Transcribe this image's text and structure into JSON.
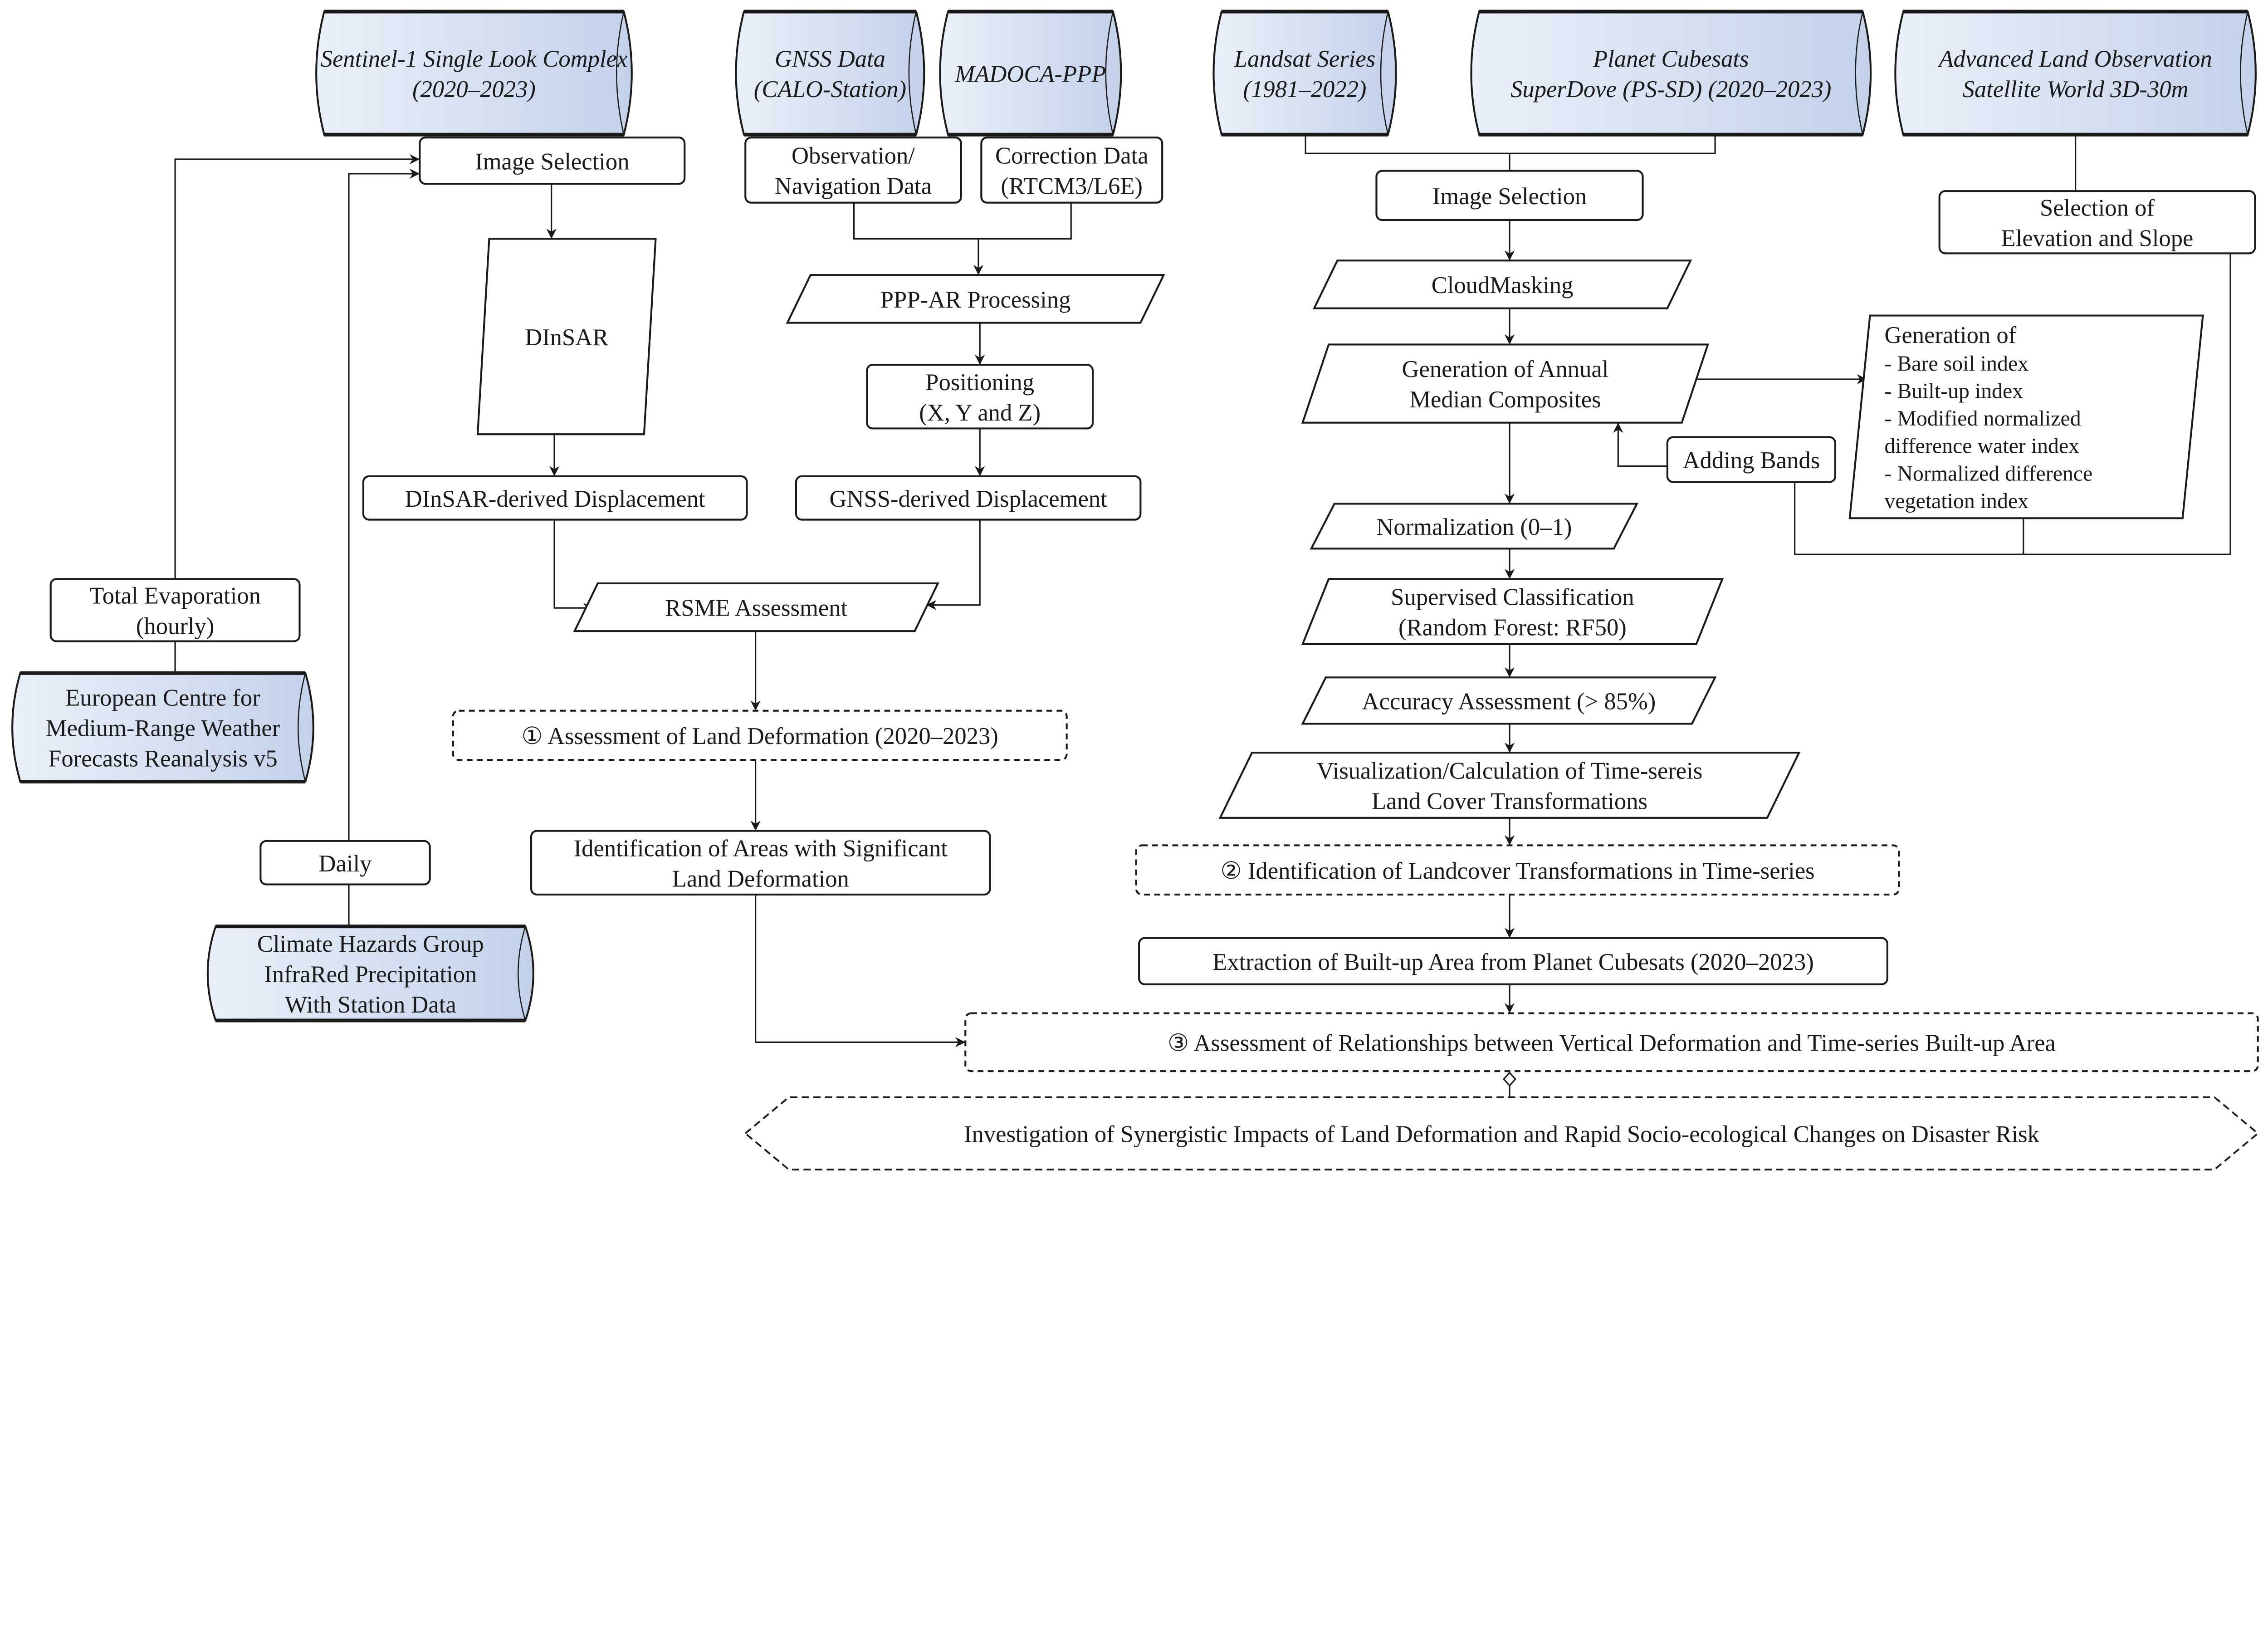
{
  "colors": {
    "source_fill_light": "#eaf0f9",
    "source_fill_dark": "#c3d1ea",
    "stroke": "#1a1a1a"
  },
  "nodes": {
    "sentinel1": {
      "lines": [
        "Sentinel-1 Single Look Complex",
        "(2020–2023)"
      ]
    },
    "gnss_data": {
      "lines": [
        "GNSS Data",
        "(CALO-Station)"
      ]
    },
    "madoca": {
      "lines": [
        "MADOCA-PPP"
      ]
    },
    "landsat": {
      "lines": [
        "Landsat Series",
        "(1981–2022)"
      ]
    },
    "planet": {
      "lines": [
        "Planet Cubesats",
        "SuperDove (PS-SD) (2020–2023)"
      ]
    },
    "alos": {
      "lines": [
        "Advanced Land Observation",
        "Satellite World 3D-30m"
      ]
    },
    "image_selection_sar": {
      "lines": [
        "Image Selection"
      ]
    },
    "obs_nav": {
      "lines": [
        "Observation/",
        "Navigation Data"
      ]
    },
    "correction": {
      "lines": [
        "Correction Data",
        "(RTCM3/L6E)"
      ]
    },
    "dinsar": {
      "lines": [
        "DInSAR"
      ]
    },
    "ppp_ar": {
      "lines": [
        "PPP-AR Processing"
      ]
    },
    "positioning": {
      "lines": [
        "Positioning",
        "(X, Y and Z)"
      ]
    },
    "dinsar_disp": {
      "lines": [
        "DInSAR-derived Displacement"
      ]
    },
    "gnss_disp": {
      "lines": [
        "GNSS-derived Displacement"
      ]
    },
    "rsme": {
      "lines": [
        "RSME Assessment"
      ]
    },
    "total_evap": {
      "lines": [
        "Total Evaporation",
        "(hourly)"
      ]
    },
    "ecmwf": {
      "lines": [
        "European Centre for",
        "Medium-Range Weather",
        "Forecasts Reanalysis v5"
      ]
    },
    "daily": {
      "lines": [
        "Daily"
      ]
    },
    "chirps": {
      "lines": [
        "Climate Hazards Group",
        "InfraRed Precipitation",
        "With Station Data"
      ]
    },
    "assess_deform": {
      "lines": [
        "① Assessment of Land Deformation (2020–2023)"
      ]
    },
    "ident_areas": {
      "lines": [
        "Identification of Areas with Significant",
        "Land Deformation"
      ]
    },
    "image_selection_opt": {
      "lines": [
        "Image Selection"
      ]
    },
    "cloudmasking": {
      "lines": [
        "CloudMasking"
      ]
    },
    "annual_median": {
      "lines": [
        "Generation of Annual",
        "Median Composites"
      ]
    },
    "generation_of": {
      "lines": [
        "Generation of",
        "  - Bare soil index",
        "  - Built-up index",
        "  - Modified normalized",
        "    difference water index",
        "  - Normalized difference",
        "    vegetation index"
      ]
    },
    "adding_bands": {
      "lines": [
        "Adding Bands"
      ]
    },
    "elev_slope": {
      "lines": [
        "Selection of",
        "Elevation and Slope"
      ]
    },
    "normalization": {
      "lines": [
        "Normalization (0–1)"
      ]
    },
    "supervised": {
      "lines": [
        "Supervised Classification",
        "(Random Forest: RF50)"
      ]
    },
    "accuracy": {
      "lines": [
        "Accuracy Assessment (> 85%)"
      ]
    },
    "visualization": {
      "lines": [
        "Visualization/Calculation of Time-sereis",
        "Land Cover Transformations"
      ]
    },
    "ident_landcover": {
      "lines": [
        "② Identification of Landcover Transformations in Time-series"
      ]
    },
    "extraction": {
      "lines": [
        "Extraction of Built-up Area from Planet Cubesats (2020–2023)"
      ]
    },
    "relationships": {
      "lines": [
        "③ Assessment of Relationships between Vertical Deformation and Time-series Built-up Area"
      ]
    },
    "final": {
      "lines": [
        "Investigation of Synergistic Impacts of Land Deformation and Rapid Socio-ecological Changes on Disaster Risk"
      ]
    }
  }
}
